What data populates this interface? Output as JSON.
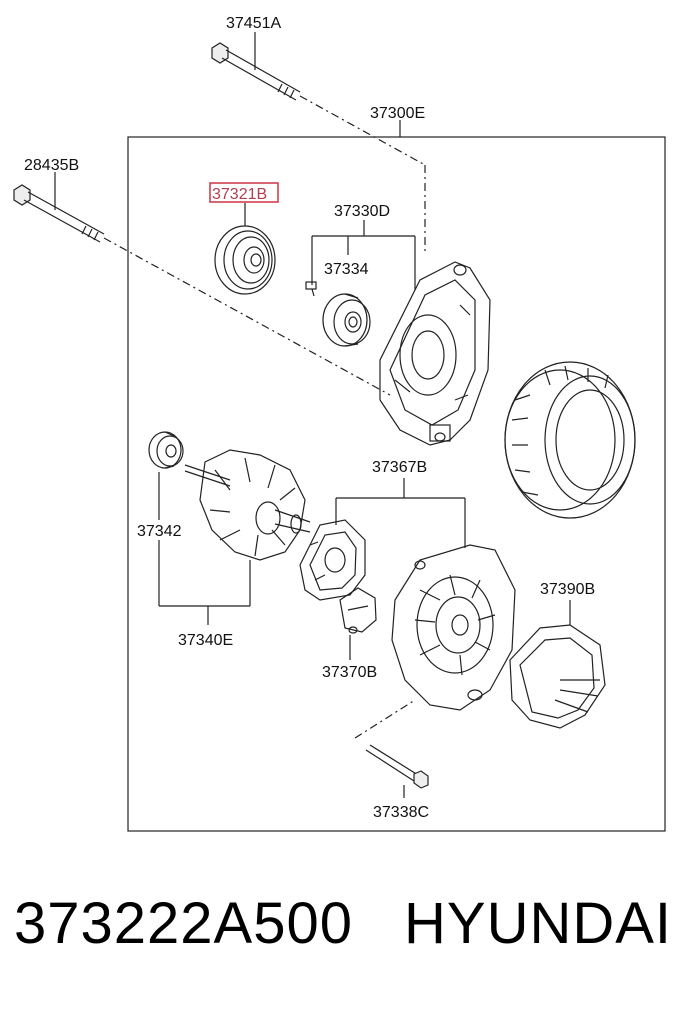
{
  "labels": {
    "bolt_top": "37451A",
    "assembly": "37300E",
    "bolt_left": "28435B",
    "pulley": "37321B",
    "front_bracket": "37330D",
    "screw": "37334",
    "bearing_rear": "37342",
    "rotor": "37340E",
    "rear_bracket": "37367B",
    "brush_holder": "37370B",
    "regulator": "37390B",
    "bolt_bottom": "37338C"
  },
  "colors": {
    "highlight": "#d04050",
    "line": "#222222"
  },
  "footer": {
    "part_number": "373222A500",
    "brand": "HYUNDAI"
  }
}
